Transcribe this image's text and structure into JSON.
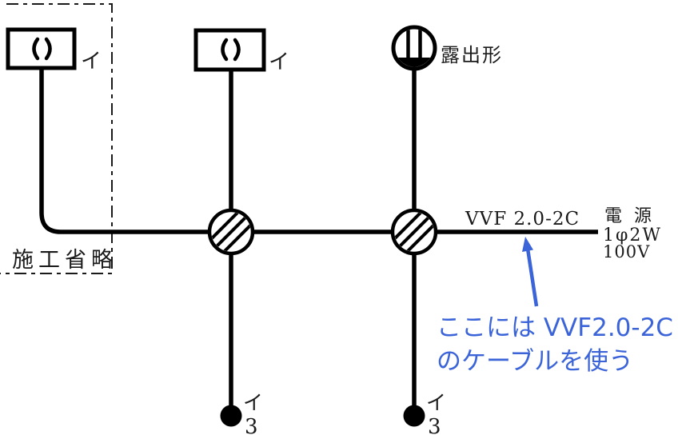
{
  "colors": {
    "ink": "#000000",
    "annotation_blue": "#3B64D9",
    "text": "#1a1a1a"
  },
  "diagram": {
    "boundary": {
      "label": "施工省略"
    },
    "fixtures": [
      {
        "label": "イ",
        "symbol": "( )"
      },
      {
        "label": "イ",
        "symbol": "( )"
      }
    ],
    "receptacle": {
      "label": "露出形"
    },
    "cable": {
      "label": "VVF 2.0-2C"
    },
    "power": {
      "line1": "電 源",
      "line2": "1φ2W",
      "line3": "100V"
    },
    "switches": [
      {
        "label": "イ",
        "ways": "3"
      },
      {
        "label": "イ",
        "ways": "3"
      }
    ],
    "annotation": {
      "line1": "ここには VVF2.0-2C",
      "line2": "のケーブルを使う"
    }
  },
  "icons": {
    "fixture_symbol": "paren-lamp-icon",
    "junction_box": "hatched-circle-icon",
    "switch": "filled-circle-icon",
    "receptacle": "circle-with-bars-icon",
    "arrow": "up-arrow-icon"
  }
}
